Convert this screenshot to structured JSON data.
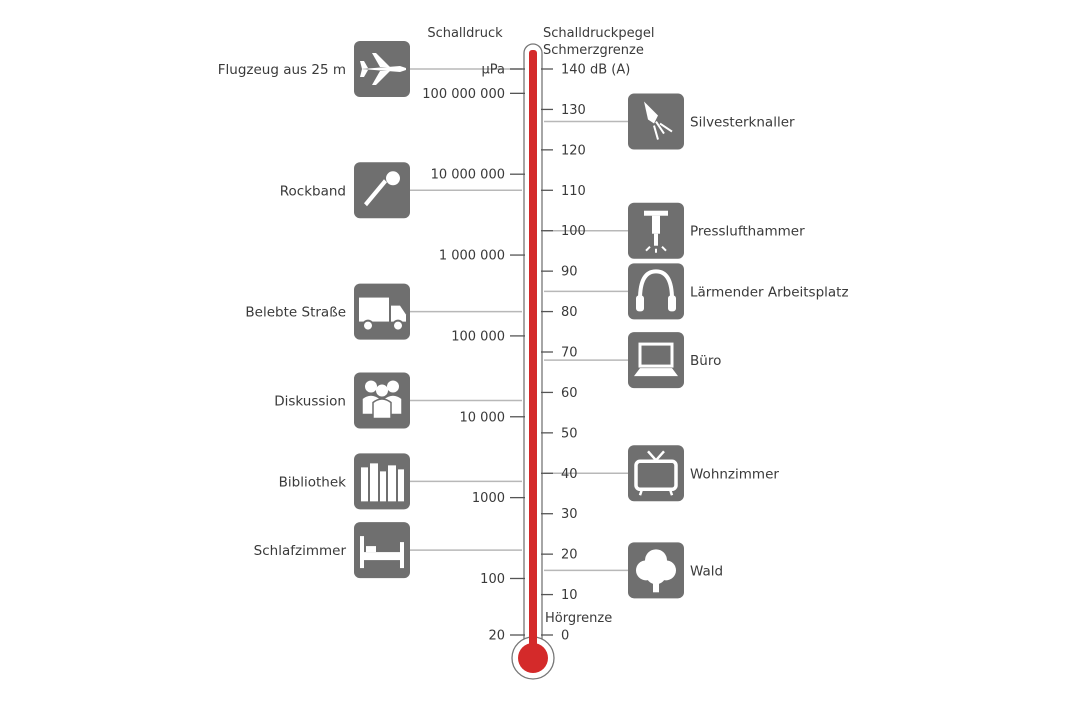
{
  "headers": {
    "left": "Schalldruck",
    "right": "Schalldruckpegel"
  },
  "thresholds": {
    "pain": "Schmerzgrenze",
    "hearing": "Hörgrenze"
  },
  "left_ticks": [
    "µPa",
    "100 000 000",
    "10 000 000",
    "1 000 000",
    "100 000",
    "10 000",
    "1000",
    "100",
    "20"
  ],
  "right_ticks": [
    "140 dB (A)",
    "130",
    "120",
    "110",
    "100",
    "90",
    "80",
    "70",
    "60",
    "50",
    "40",
    "30",
    "20",
    "10",
    "0"
  ],
  "left_sources": [
    {
      "label": "Flugzeug aus 25 m",
      "icon": "airplane-icon",
      "db": 140
    },
    {
      "label": "Rockband",
      "icon": "microphone-icon",
      "db": 110
    },
    {
      "label": "Belebte Straße",
      "icon": "truck-icon",
      "db": 80
    },
    {
      "label": "Diskussion",
      "icon": "people-icon",
      "db": 58
    },
    {
      "label": "Bibliothek",
      "icon": "books-icon",
      "db": 38
    },
    {
      "label": "Schlafzimmer",
      "icon": "bed-icon",
      "db": 21
    }
  ],
  "right_sources": [
    {
      "label": "Silvesterknaller",
      "icon": "firework-icon",
      "db": 127
    },
    {
      "label": "Presslufthammer",
      "icon": "jackhammer-icon",
      "db": 100
    },
    {
      "label": "Lärmender Arbeitsplatz",
      "icon": "headphones-icon",
      "db": 85
    },
    {
      "label": "Büro",
      "icon": "laptop-icon",
      "db": 68
    },
    {
      "label": "Wohnzimmer",
      "icon": "tv-icon",
      "db": 40
    },
    {
      "label": "Wald",
      "icon": "tree-icon",
      "db": 16
    }
  ],
  "colors": {
    "mercury": "#d42a2a",
    "icon_bg": "#6f6f6f",
    "tick": "#555555",
    "connector": "#b8b8b8"
  }
}
